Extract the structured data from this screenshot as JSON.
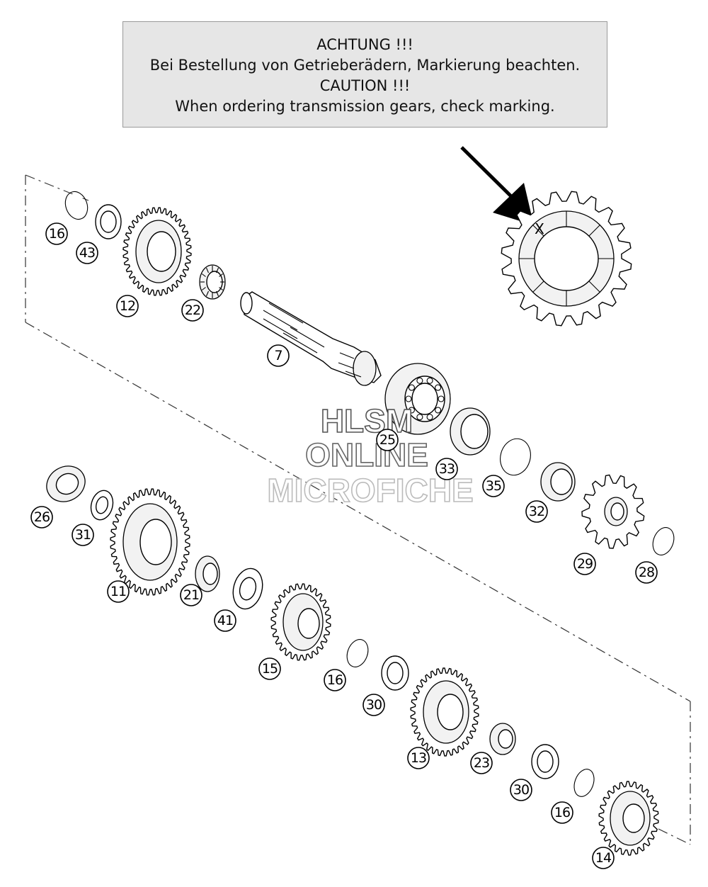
{
  "caution": {
    "line1": "ACHTUNG !!!",
    "line2": "Bei Bestellung von Getrieberädern, Markierung beachten.",
    "line3": "CAUTION !!!",
    "line4": "When ordering transmission gears, check marking."
  },
  "watermark": {
    "line1": "HLSM",
    "line2": "ONLINE",
    "line3": "MICROFICHE"
  },
  "marking_symbol": "X",
  "callouts": [
    {
      "id": "c16a",
      "label": "16"
    },
    {
      "id": "c43",
      "label": "43"
    },
    {
      "id": "c12",
      "label": "12"
    },
    {
      "id": "c22",
      "label": "22"
    },
    {
      "id": "c7",
      "label": "7"
    },
    {
      "id": "c25",
      "label": "25"
    },
    {
      "id": "c33",
      "label": "33"
    },
    {
      "id": "c35",
      "label": "35"
    },
    {
      "id": "c32",
      "label": "32"
    },
    {
      "id": "c29",
      "label": "29"
    },
    {
      "id": "c28",
      "label": "28"
    },
    {
      "id": "c26",
      "label": "26"
    },
    {
      "id": "c31",
      "label": "31"
    },
    {
      "id": "c11",
      "label": "11"
    },
    {
      "id": "c21",
      "label": "21"
    },
    {
      "id": "c41",
      "label": "41"
    },
    {
      "id": "c15",
      "label": "15"
    },
    {
      "id": "c16b",
      "label": "16"
    },
    {
      "id": "c30a",
      "label": "30"
    },
    {
      "id": "c13",
      "label": "13"
    },
    {
      "id": "c23",
      "label": "23"
    },
    {
      "id": "c30b",
      "label": "30"
    },
    {
      "id": "c16c",
      "label": "16"
    },
    {
      "id": "c14",
      "label": "14"
    }
  ]
}
